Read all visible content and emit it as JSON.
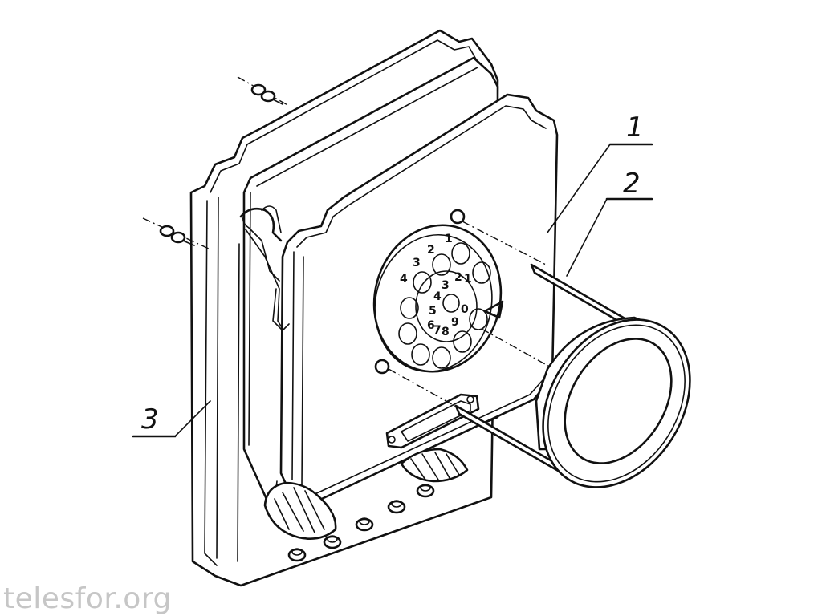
{
  "callouts": [
    {
      "label": "1"
    },
    {
      "label": "2"
    },
    {
      "label": "3"
    }
  ],
  "dial": {
    "digits": [
      "1",
      "2",
      "3",
      "4",
      "5",
      "6",
      "7",
      "8",
      "9",
      "0"
    ],
    "plate_digits": [
      "1",
      "2",
      "3",
      "4"
    ]
  },
  "watermark": "telesfor.org"
}
